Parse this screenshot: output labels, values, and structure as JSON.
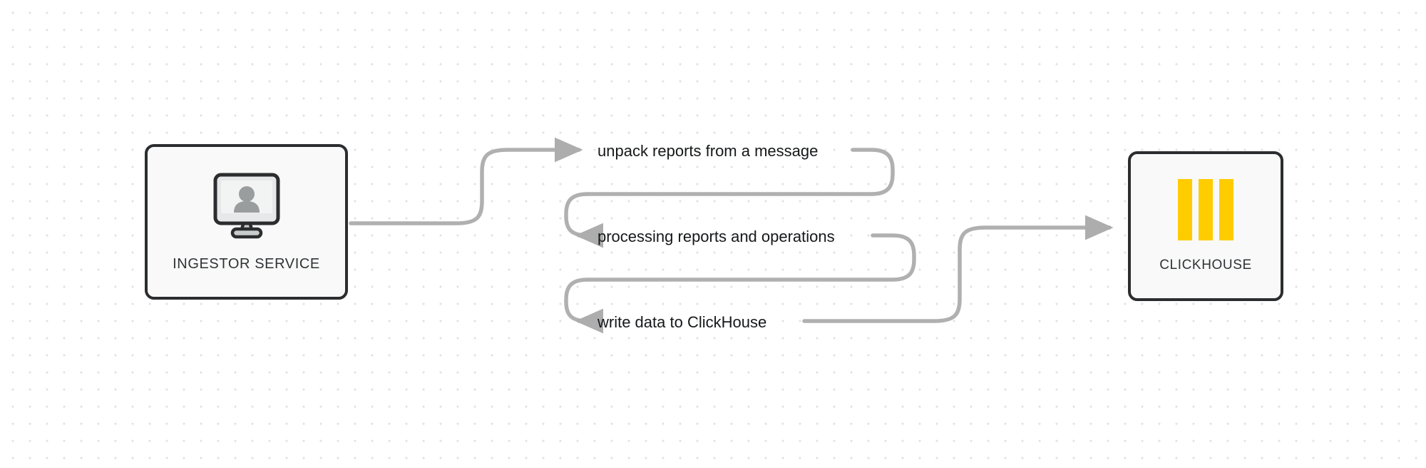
{
  "diagram": {
    "type": "flowchart",
    "background": "#ffffff",
    "dot_color": "#e3e3e3",
    "edge_color": "#b0b0b0",
    "node_border_color": "#2b2d2f",
    "node_fill_color": "#f8f9f8",
    "label_color": "#16181a",
    "nodes": [
      {
        "id": "ingestor",
        "label": "INGESTOR SERVICE",
        "icon": "monitor-user-icon"
      },
      {
        "id": "clickhouse",
        "label": "CLICKHOUSE",
        "icon": "clickhouse-bars-icon",
        "accent_color": "#FFCC00"
      }
    ],
    "edge_labels": [
      {
        "id": "step-1",
        "text": "unpack reports from a message"
      },
      {
        "id": "step-2",
        "text": "processing reports and operations"
      },
      {
        "id": "step-3",
        "text": "write data to ClickHouse"
      }
    ]
  }
}
